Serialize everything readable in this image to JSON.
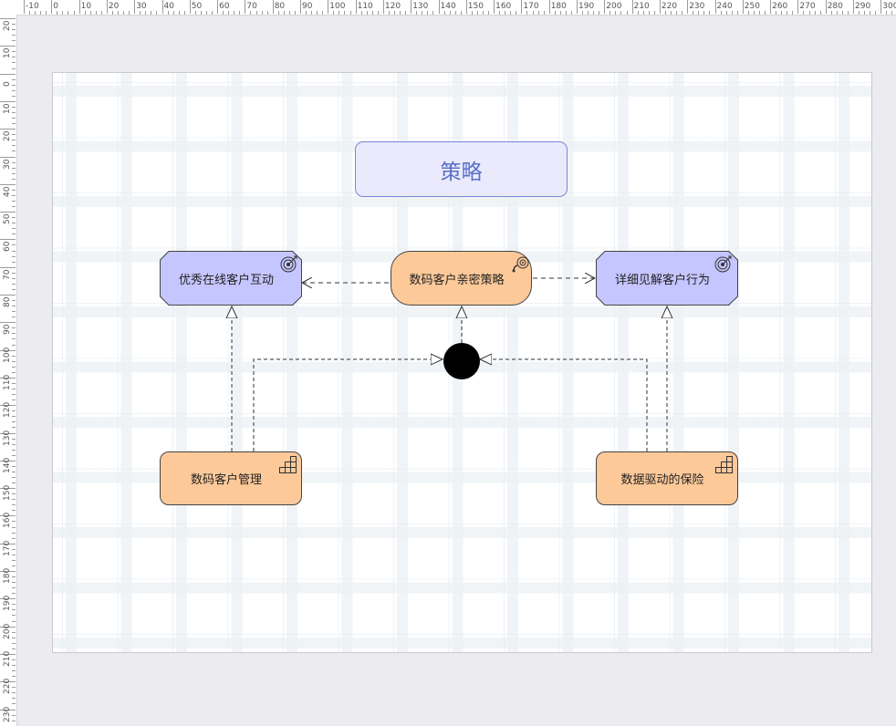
{
  "ruler": {
    "top_labels": [
      "-10",
      "0",
      "10",
      "20",
      "30",
      "40",
      "50",
      "60",
      "70",
      "80",
      "90",
      "100",
      "110",
      "120",
      "130",
      "140",
      "150",
      "160",
      "170",
      "180",
      "190",
      "200",
      "210",
      "220",
      "230",
      "240",
      "250",
      "260",
      "270",
      "280",
      "290",
      "300"
    ],
    "left_labels": [
      "20",
      "10",
      "0",
      "10",
      "20",
      "30",
      "40",
      "50",
      "60",
      "70",
      "80",
      "90",
      "100",
      "110",
      "120",
      "130",
      "140",
      "150",
      "160",
      "170",
      "180",
      "190",
      "200",
      "210",
      "220",
      "230"
    ]
  },
  "diagram": {
    "title": "策略",
    "nodes": {
      "goal_left": {
        "label": "优秀在线客户互动",
        "type": "goal",
        "icon": "target-icon"
      },
      "course_of_action": {
        "label": "数码客户亲密策略",
        "type": "course-of-action",
        "icon": "course-of-action-icon"
      },
      "goal_right": {
        "label": "详细见解客户行为",
        "type": "goal",
        "icon": "target-icon"
      },
      "capability_left": {
        "label": "数码客户管理",
        "type": "capability",
        "icon": "capability-stairs-icon"
      },
      "capability_right": {
        "label": "数据驱动的保险",
        "type": "capability",
        "icon": "capability-stairs-icon"
      }
    },
    "junction": {
      "type": "and-junction"
    }
  },
  "colors": {
    "goal_fill": "#c5c5ff",
    "strategy_fill": "#fdc999",
    "title_fill": "#eaeafc",
    "title_text": "#5b6fc9",
    "junction": "#000000"
  }
}
